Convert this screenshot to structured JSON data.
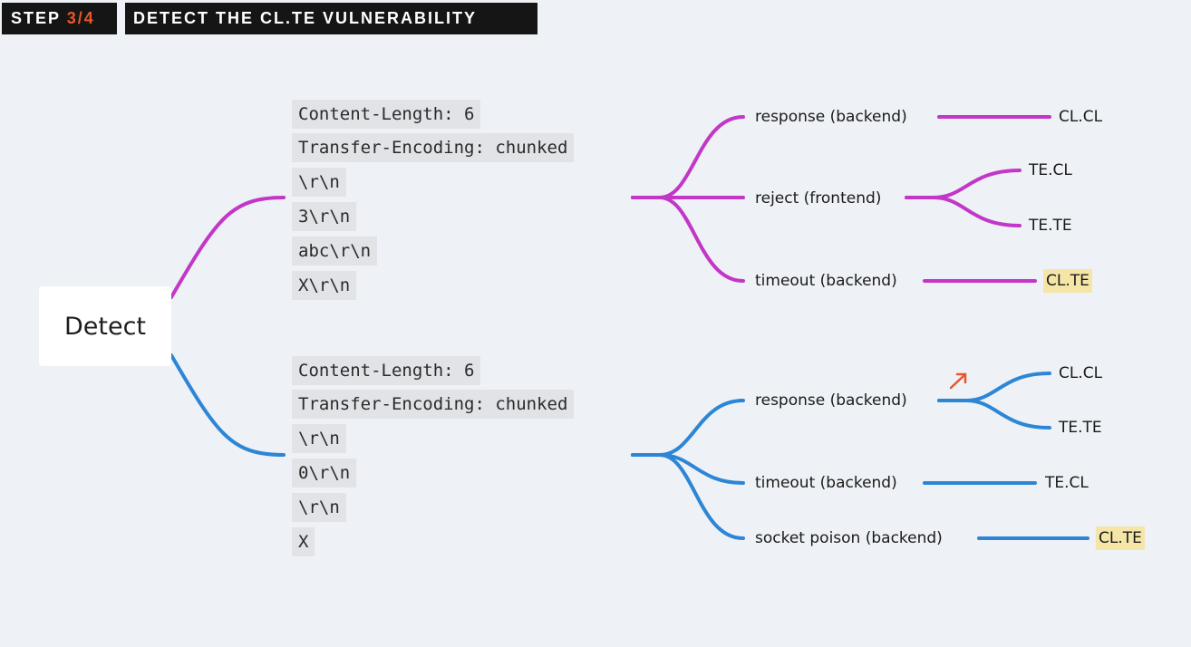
{
  "header": {
    "step_prefix": "STEP ",
    "step_current": "3/4",
    "title": "DETECT THE CL.TE VULNERABILITY"
  },
  "root": {
    "label": "Detect"
  },
  "colors": {
    "top_branch": "#c236c8",
    "bottom_branch": "#2c86d6",
    "highlight": "#f5e6a8",
    "arrow": "#e8572a"
  },
  "top_request": {
    "lines": [
      "Content-Length: 6",
      "Transfer-Encoding: chunked",
      "\\r\\n",
      "3\\r\\n",
      "abc\\r\\n",
      "X\\r\\n"
    ],
    "outcomes": [
      {
        "label": "response (backend)",
        "results": [
          "CL.CL"
        ]
      },
      {
        "label": "reject (frontend)",
        "results": [
          "TE.CL",
          "TE.TE"
        ]
      },
      {
        "label": "timeout (backend)",
        "results": [
          "CL.TE"
        ]
      }
    ]
  },
  "bottom_request": {
    "lines": [
      "Content-Length: 6",
      "Transfer-Encoding: chunked",
      "\\r\\n",
      "0\\r\\n",
      "\\r\\n",
      "X"
    ],
    "outcomes": [
      {
        "label": "response (backend)",
        "results": [
          "CL.CL",
          "TE.TE"
        ]
      },
      {
        "label": "timeout (backend)",
        "results": [
          "TE.CL"
        ]
      },
      {
        "label": "socket poison (backend)",
        "results": [
          "CL.TE"
        ]
      }
    ]
  }
}
